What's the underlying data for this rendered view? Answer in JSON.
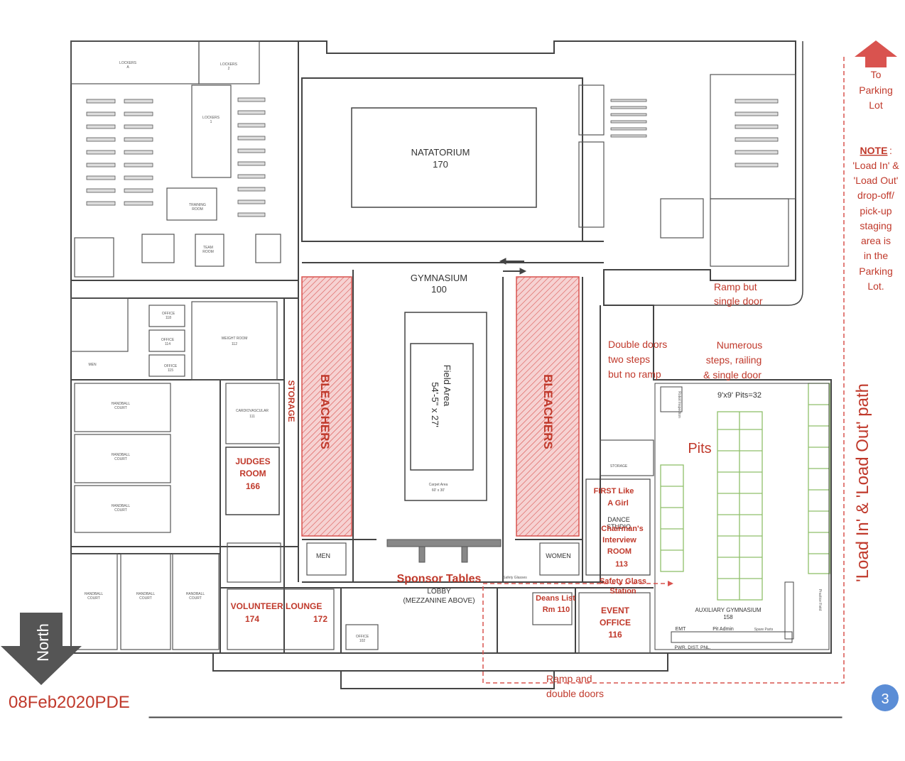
{
  "colors": {
    "annotation": "#c0392b",
    "wall": "#444444",
    "pit": "#8fbf6a",
    "bleacher_fill": "#f4c6c6",
    "bleacher_hatch": "#d9534f",
    "badge": "#5b8dd6",
    "arrow": "#444444"
  },
  "rooms": {
    "lockers_a": "LOCKERS\nA",
    "lockers_2": "LOCKERS\n2",
    "lockers_1": "LOCKERS\n1",
    "training_room": "TRAINING\nROOM",
    "team_room": "TEAM\nROOM",
    "natatorium": "NATATORIUM",
    "natatorium_num": "170",
    "gymnasium": "GYMNASIUM",
    "gymnasium_num": "100",
    "field_area": "Field Area",
    "field_size": "54'-5\" x 27'",
    "carpet_area": "Carpet Area",
    "carpet_size": "60' x 30'",
    "bleachers_left": "BLEACHERS",
    "bleachers_right": "BLEACHERS",
    "storage": "STORAGE",
    "judges_room_1": "JUDGES",
    "judges_room_2": "ROOM",
    "judges_room_num": "166",
    "weight_room": "WEIGHT ROOM",
    "weight_room_num": "112",
    "cardio": "CARDIOVASCULAR",
    "cardio_num": "111",
    "handball_1": "HANDBALL\nCOURT",
    "men": "MEN",
    "women": "WOMEN",
    "men_small": "MEN",
    "office_118": "OFFICE\n118",
    "office_114": "OFFICE\n114",
    "office_115": "OFFICE\n115",
    "office_102": "OFFICE\n102",
    "lobby": "LOBBY",
    "mezzanine": "(MEZZANINE ABOVE)",
    "volunteer_lounge": "VOLUNTEER  LOUNGE",
    "lounge_num_1": "174",
    "lounge_num_2": "172",
    "deans_list": "Deans List",
    "deans_rm": "Rm 110",
    "event_office_1": "EVENT",
    "event_office_2": "OFFICE",
    "event_office_num": "116",
    "storage_150": "STORAGE",
    "first_1": "FIRST Like",
    "first_2": "A Girl",
    "first_3": "DANCE",
    "first_4": "STUDIO",
    "first_5": "Chairman's",
    "first_6": "Interview",
    "first_7": "ROOM",
    "first_8": "113",
    "aux_gym": "AUXILIARY GYMNASIUM",
    "aux_gym_num": "158",
    "practice_field": "Practice Field",
    "emt": "EMT",
    "pit_admin": "Pit Admin",
    "spare_parts": "Spare Parts",
    "pwr": "PWR. DIST. PNL.",
    "robot_inspection": "Robot Inspection",
    "safety_glasses": "Safety Glasses"
  },
  "annotations": {
    "sponsor_tables": "Sponsor Tables",
    "safety_glass_1": "Safety Glass",
    "safety_glass_2": "Station",
    "pits": "Pits",
    "pits_count": "9'x9' Pits=32",
    "ramp_single_1": "Ramp but",
    "ramp_single_2": "single door",
    "double_doors_1": "Double doors",
    "double_doors_2": "two steps",
    "double_doors_3": "but no ramp",
    "numerous_1": "Numerous",
    "numerous_2": "steps, railing",
    "numerous_3": "& single door",
    "ramp_double_1": "Ramp and",
    "ramp_double_2": "double doors",
    "to_parking_1": "To",
    "to_parking_2": "Parking",
    "to_parking_3": "Lot",
    "note_title": "NOTE",
    "note_colon": ":",
    "note_lines": [
      "'Load In' &",
      "'Load Out'",
      "drop-off/",
      "pick-up",
      "staging",
      "area is",
      "in the",
      "Parking",
      "Lot."
    ],
    "load_path": "'Load In' & 'Load Out' path",
    "north": "North",
    "date_stamp": "08Feb2020PDE",
    "page_number": "3"
  }
}
